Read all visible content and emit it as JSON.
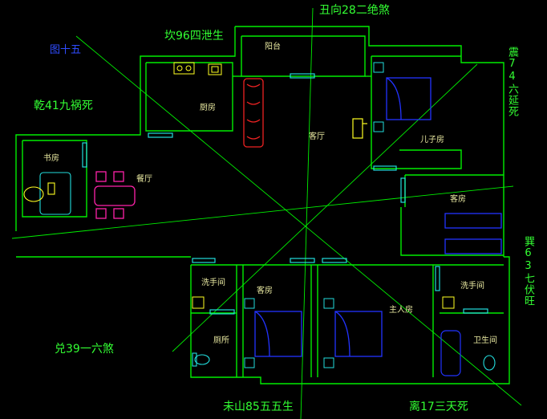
{
  "figure_label": "图十五",
  "directions": {
    "top": "丑向28二绝煞",
    "top_left": "坎96四泄生",
    "left_upper": "乾41九祸死",
    "right_upper": "震74六延死",
    "right_lower": "巽63七伏旺",
    "left_lower": "兑39一六煞",
    "bottom_left": "未山85五五生",
    "bottom_right": "离17三天死"
  },
  "rooms": {
    "balcony": "阳台",
    "kitchen": "厨房",
    "living_room": "客厅",
    "son_room": "儿子房",
    "study": "书房",
    "dining": "餐厅",
    "guest_room_right": "客房",
    "washroom_left": "洗手间",
    "toilet_left": "厕所",
    "guest_room_bottom": "客房",
    "master_bedroom": "主人房",
    "washroom_right": "洗手间",
    "bathroom": "卫生间"
  },
  "colors": {
    "background": "#000000",
    "walls": "#00ee00",
    "direction_text": "#33ff33",
    "room_text": "#e8e8a0",
    "figure_label": "#2f4cff",
    "bed": "#2233ff",
    "sofa": "#ee2222",
    "dining_set": "#ff22aa",
    "windows": "#22dddd",
    "fixtures": "#ffff22"
  }
}
